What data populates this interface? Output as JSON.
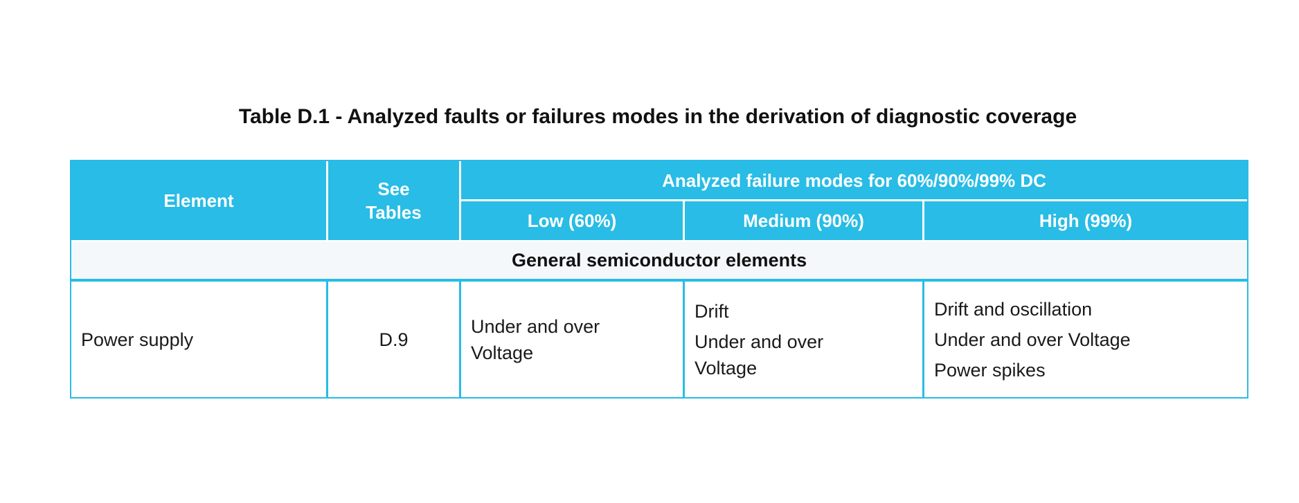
{
  "page": {
    "title": "Table D.1 - Analyzed faults or failures modes in the derivation of diagnostic coverage"
  },
  "table": {
    "header": {
      "element": "Element",
      "see_tables": "See\nTables",
      "analyzed": "Analyzed failure modes for 60%/90%/99% DC",
      "low": "Low (60%)",
      "medium": "Medium (90%)",
      "high": "High (99%)"
    },
    "section": "General semiconductor elements",
    "body": {
      "element": "Power supply",
      "see_tables": "D.9",
      "low": [
        "Under and over\nVoltage"
      ],
      "medium": [
        "Drift",
        "Under and over\nVoltage"
      ],
      "high": [
        "Drift and oscillation",
        "Under and over Voltage",
        "Power spikes"
      ]
    },
    "colors": {
      "header_bg": "#28bce6",
      "header_text": "#ffffff",
      "section_bg": "#f4f8fb",
      "border": "#28bce6",
      "body_text": "#1a1a1a",
      "page_bg": "#ffffff"
    }
  }
}
